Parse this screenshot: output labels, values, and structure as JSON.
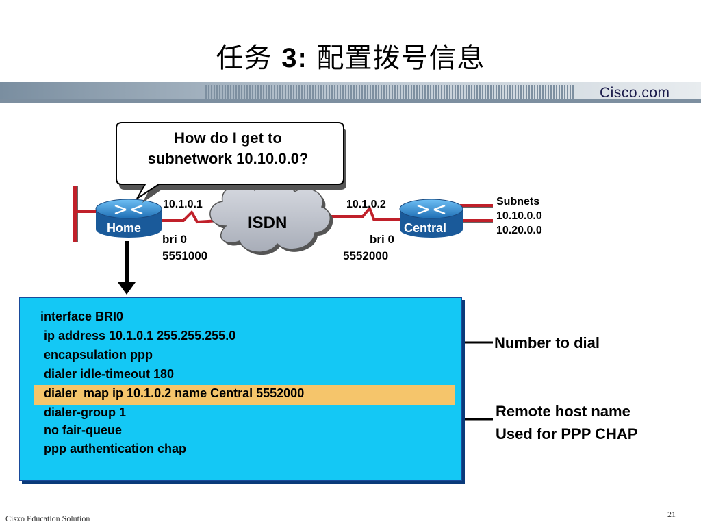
{
  "header": {
    "title_pre": "任务 ",
    "title_num": "3:",
    "title_post": " 配置拨号信息",
    "brand": "Cisco.com"
  },
  "bubble": {
    "line1": "How do I get to",
    "line2": "subnetwork 10.10.0.0?"
  },
  "network": {
    "isdn": "ISDN",
    "home": {
      "name": "Home",
      "ip": "10.1.0.1",
      "iface": "bri 0",
      "number": "5551000"
    },
    "central": {
      "name": "Central",
      "ip": "10.1.0.2",
      "iface": "bri 0",
      "number": "5552000"
    },
    "subnets": {
      "label": "Subnets",
      "items": [
        "10.10.0.0",
        "10.20.0.0"
      ]
    }
  },
  "config": {
    "lines": [
      "interface BRI0",
      " ip address 10.1.0.1 255.255.255.0",
      " encapsulation ppp",
      " dialer idle-timeout 180",
      " dialer  map ip 10.1.0.2 name Central 5552000",
      " dialer-group 1",
      " no fair-queue",
      " ppp authentication chap"
    ],
    "highlighted_line": 4
  },
  "callouts": {
    "number_to_dial": "Number to dial",
    "remote_host_line1": "Remote host name",
    "remote_host_line2": "Used for PPP CHAP"
  },
  "footer": {
    "left": "Cisxo Education Solution",
    "page": "21"
  },
  "colors": {
    "config_bg": "#14c8f5",
    "highlight": "#f5c56b",
    "router": "#2e8fd6",
    "link": "#c0202a",
    "cloud": "#bfc3cc"
  }
}
